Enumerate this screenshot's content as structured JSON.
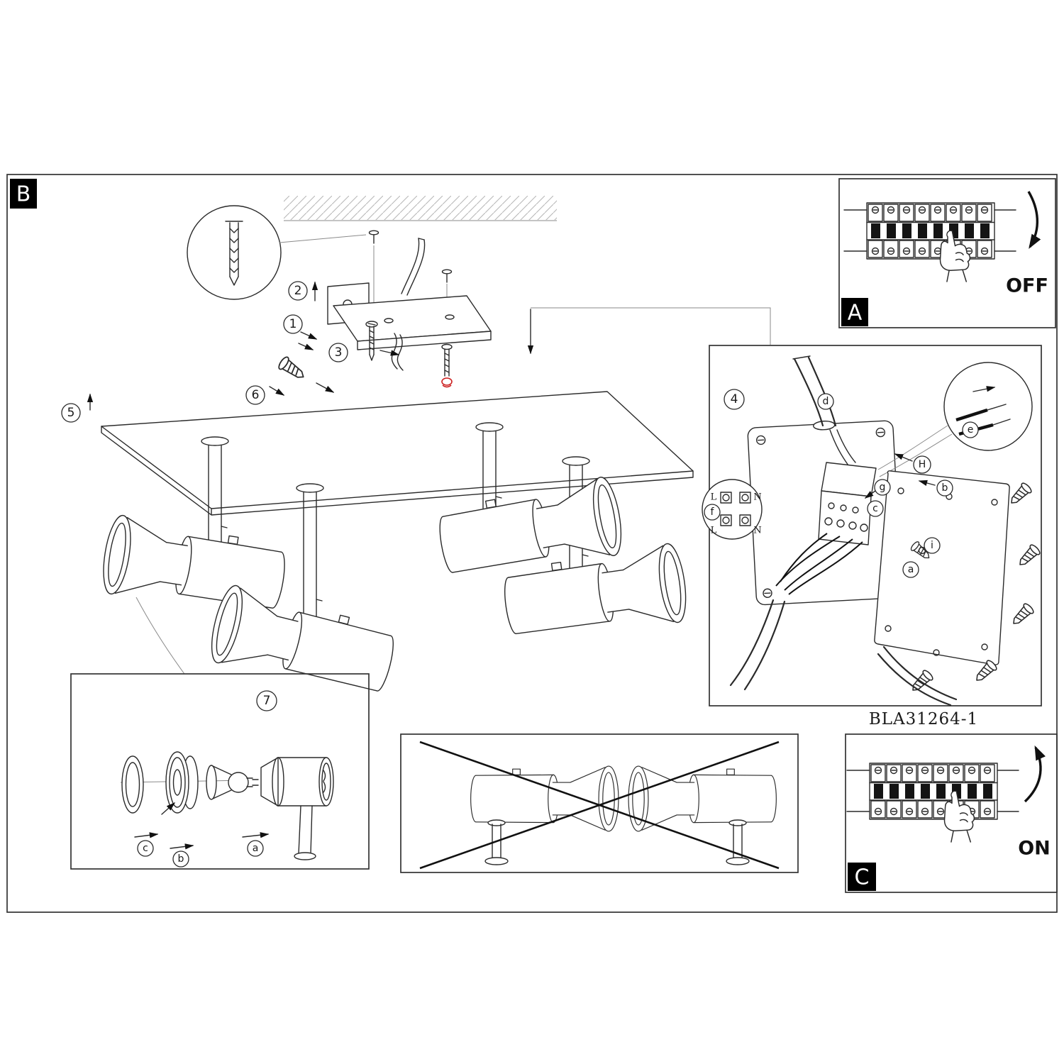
{
  "frame": {
    "label_main": "B"
  },
  "steps": {
    "s1": "1",
    "s2": "2",
    "s3": "3",
    "s4": "4",
    "s5": "5",
    "s6": "6",
    "s7": "7"
  },
  "power_off_panel": {
    "label": "A",
    "status": "OFF"
  },
  "power_on_panel": {
    "label": "C",
    "status": "ON"
  },
  "wiring_panel": {
    "callouts": {
      "a": "a",
      "b": "b",
      "c": "c",
      "d": "d",
      "e": "e",
      "f": "f",
      "g": "g",
      "h": "H",
      "i": "i"
    },
    "terminals": {
      "l1": "L",
      "n1": "N",
      "l2": "L",
      "n2": "N"
    }
  },
  "assembly_panel": {
    "callouts": {
      "a": "a",
      "b": "b",
      "c": "c"
    }
  },
  "product": {
    "code": "BLA31264-1"
  }
}
